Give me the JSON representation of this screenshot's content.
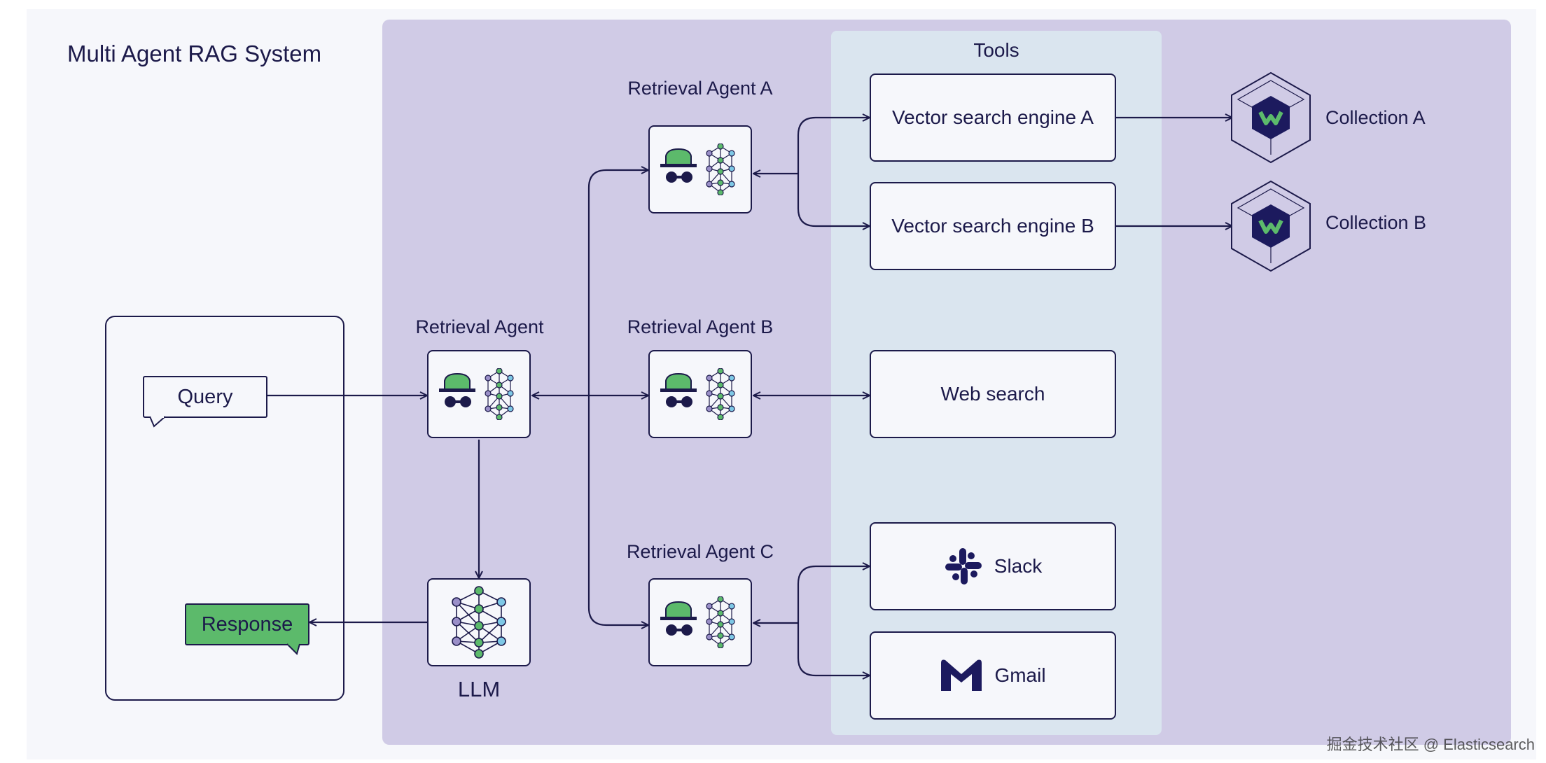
{
  "diagram": {
    "title": "Multi Agent RAG System",
    "tools_title": "Tools",
    "query": "Query",
    "response": "Response",
    "llm": "LLM",
    "agents": {
      "main": "Retrieval Agent",
      "a": "Retrieval Agent A",
      "b": "Retrieval Agent B",
      "c": "Retrieval Agent C"
    },
    "tools": {
      "vector_a": "Vector search engine A",
      "vector_b": "Vector search engine B",
      "web": "Web search",
      "slack": "Slack",
      "gmail": "Gmail"
    },
    "collections": {
      "a": "Collection A",
      "b": "Collection B"
    },
    "watermark": "掘金技术社区 @ Elasticsearch"
  },
  "colors": {
    "ink": "#1c1a4a",
    "agent_region": "#d0cbe6",
    "tools_region": "#dae5ef",
    "box_fill": "#f6f7fb",
    "response_green": "#5cba6b",
    "network_cyan": "#7ec8e6",
    "network_green": "#5cba6b",
    "network_purple": "#9a8fc8",
    "logo_dark": "#1c1a5e"
  },
  "icons": {
    "agent": "spy-agent-icon",
    "network": "neural-network-icon",
    "collection": "collection-hexagon-icon",
    "slack": "slack-icon",
    "gmail": "gmail-icon"
  }
}
